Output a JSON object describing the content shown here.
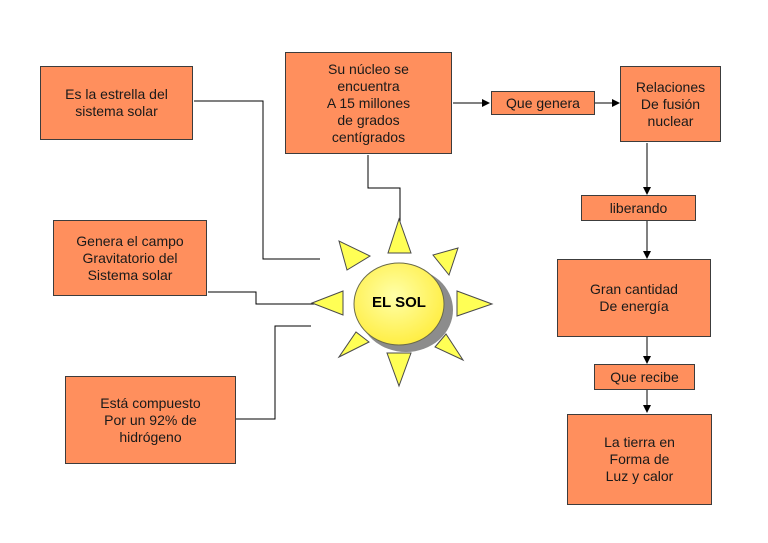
{
  "sun": {
    "label": "EL SOL"
  },
  "left_boxes": {
    "star": "Es la estrella del\nsistema solar",
    "gravity": "Genera el campo\nGravitatorio del\nSistema solar",
    "hydrogen": "Está compuesto\nPor un 92% de\nhidrógeno"
  },
  "top_boxes": {
    "nucleus": "Su núcleo se\nencuentra\nA 15 millones\nde grados\ncentígrados",
    "que_genera": "Que genera",
    "relaciones": "Relaciones\nDe fusión\nnuclear"
  },
  "right_column": {
    "liberando": "liberando",
    "energia": "Gran cantidad\nDe energía",
    "que_recibe": "Que recibe",
    "tierra": "La tierra en\nForma de\nLuz y calor"
  },
  "colors": {
    "box_fill": "#ff8f5d",
    "sun_core": "#ffff66",
    "sun_ray": "#ffff55",
    "shadow": "#8c8c8c"
  }
}
